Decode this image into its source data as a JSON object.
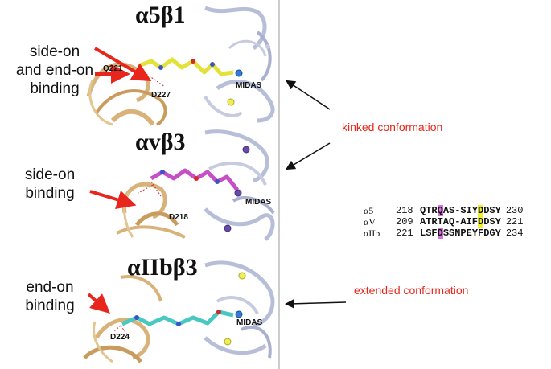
{
  "panels": [
    {
      "title": "α5β1",
      "binding_label": "side-on\nand end-on\nbinding",
      "residues": [
        "Q221",
        "D227"
      ],
      "midas": "MIDAS"
    },
    {
      "title": "αvβ3",
      "binding_label": "side-on\nbinding",
      "residues": [
        "D218"
      ],
      "midas": "MIDAS"
    },
    {
      "title": "αIIbβ3",
      "binding_label": "end-on\nbinding",
      "residues": [
        "D224"
      ],
      "midas": "MIDAS"
    }
  ],
  "conformations": {
    "kinked": "kinked conformation",
    "extended": "extended conformation"
  },
  "alignment": [
    {
      "name": "α5",
      "start": "218",
      "seq": "QTRQAS-SIYDDSY",
      "end": "230"
    },
    {
      "name": "αV",
      "start": "209",
      "seq": "ATRTAQ-AIFDDSY",
      "end": "221"
    },
    {
      "name": "αIIb",
      "start": "221",
      "seq": "LSFDSSNPEYFDGY",
      "end": "234"
    }
  ],
  "colors": {
    "arrow": "#e8261c",
    "ligand_a5b1": "#e2e23a",
    "ligand_avb3": "#c64fc6",
    "ligand_aiibb3": "#48c8c0",
    "alpha_chain": "#d9b27a",
    "beta_chain": "#b7bed8",
    "highlight_magenta": "#d86ee0",
    "highlight_yellow": "#f0f02a"
  }
}
